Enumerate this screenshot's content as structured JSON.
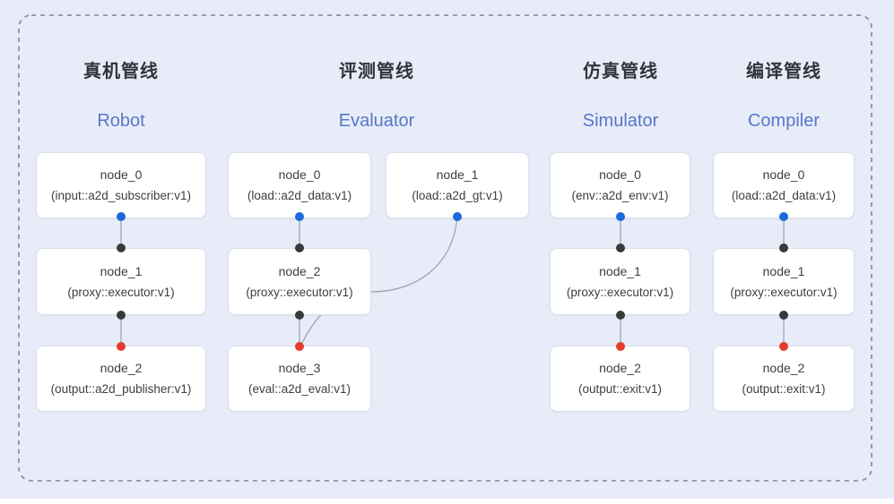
{
  "diagram": {
    "background_color": "#e7ecf8",
    "frame_dash_color": "#8c929e",
    "edge_color": "#98a0b0",
    "dot_colors": {
      "output_blue": "#1c67da",
      "mid_black": "#39393b",
      "input_red": "#e53b2e"
    },
    "title_zh_color": "#32343a",
    "title_en_color": "#5877c8"
  },
  "pipelines": [
    {
      "title_zh": "真机管线",
      "title_en": "Robot",
      "nodes": [
        {
          "name": "node_0",
          "type": "(input::a2d_subscriber:v1)"
        },
        {
          "name": "node_1",
          "type": "(proxy::executor:v1)"
        },
        {
          "name": "node_2",
          "type": "(output::a2d_publisher:v1)"
        }
      ]
    },
    {
      "title_zh": "评测管线",
      "title_en": "Evaluator",
      "nodes": [
        {
          "name": "node_0",
          "type": "(load::a2d_data:v1)"
        },
        {
          "name": "node_1",
          "type": "(load::a2d_gt:v1)"
        },
        {
          "name": "node_2",
          "type": "(proxy::executor:v1)"
        },
        {
          "name": "node_3",
          "type": "(eval::a2d_eval:v1)"
        }
      ]
    },
    {
      "title_zh": "仿真管线",
      "title_en": "Simulator",
      "nodes": [
        {
          "name": "node_0",
          "type": "(env::a2d_env:v1)"
        },
        {
          "name": "node_1",
          "type": "(proxy::executor:v1)"
        },
        {
          "name": "node_2",
          "type": "(output::exit:v1)"
        }
      ]
    },
    {
      "title_zh": "编译管线",
      "title_en": "Compiler",
      "nodes": [
        {
          "name": "node_0",
          "type": "(load::a2d_data:v1)"
        },
        {
          "name": "node_1",
          "type": "(proxy::executor:v1)"
        },
        {
          "name": "node_2",
          "type": "(output::exit:v1)"
        }
      ]
    }
  ]
}
